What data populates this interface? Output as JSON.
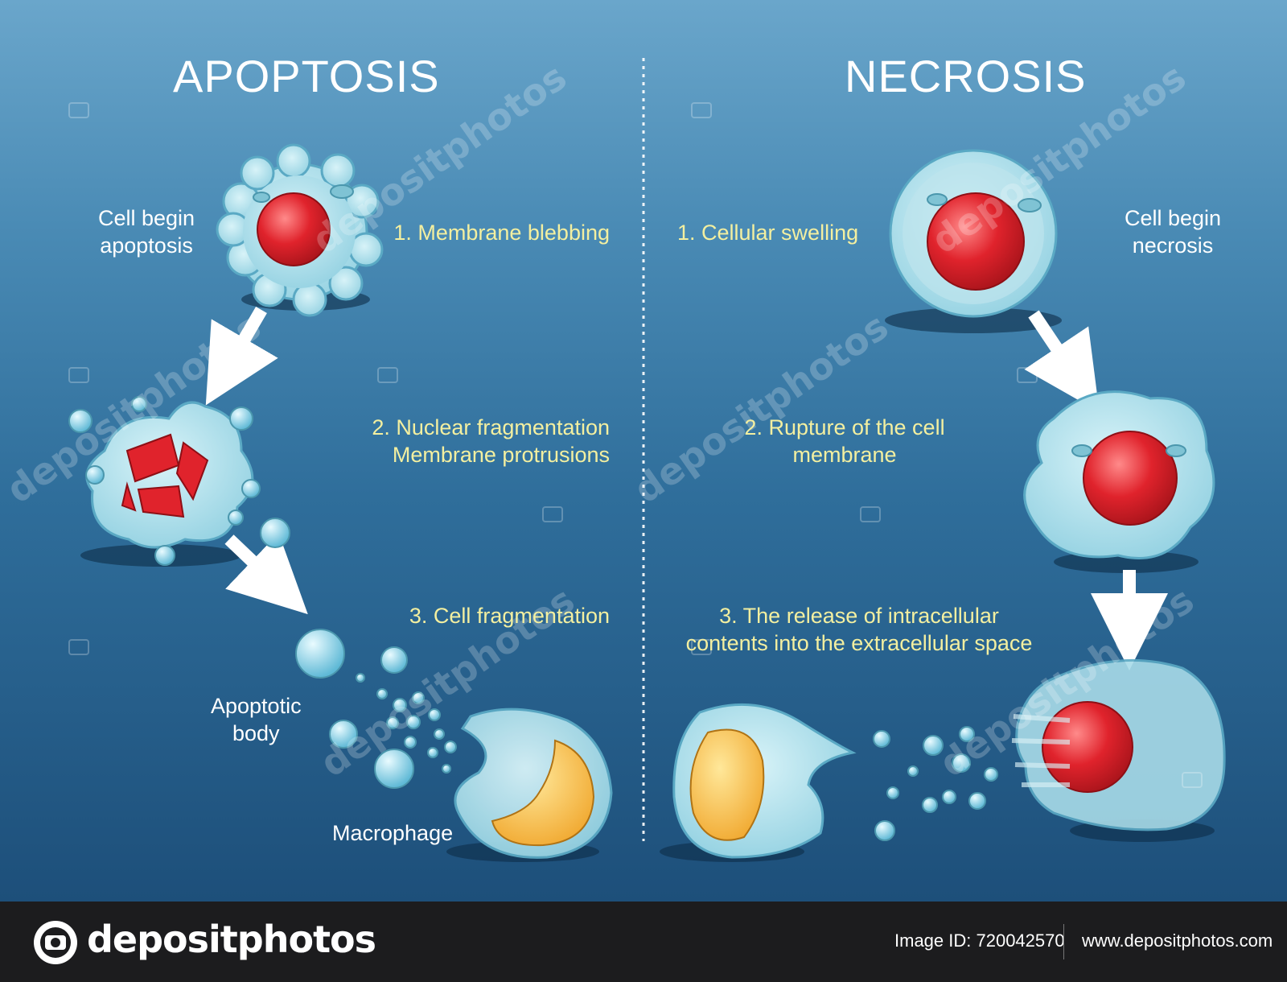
{
  "titles": {
    "left": "APOPTOSIS",
    "right": "NECROSIS"
  },
  "apoptosis": {
    "start_label": "Cell begin\napoptosis",
    "steps": [
      "1. Membrane blebbing",
      "2. Nuclear fragmentation\nMembrane protrusions",
      "3. Cell fragmentation"
    ],
    "apoptotic_body": "Apoptotic\nbody",
    "macrophage": "Macrophage"
  },
  "necrosis": {
    "start_label": "Cell begin\nnecrosis",
    "steps": [
      "1. Cellular swelling",
      "2. Rupture of the cell\nmembrane",
      "3. The release of intracellular\ncontents into the extracellular space"
    ]
  },
  "watermark": "depositphotos",
  "footer": {
    "brand": "depositphotos",
    "image_id": "Image ID: 720042570",
    "url": "www.depositphotos.com"
  },
  "colors": {
    "nucleus": "#e0232c",
    "cytoplasm": "#b9e6f0",
    "macrophage_nucleus": "#f3b431",
    "step_text": "#f3efa0"
  }
}
